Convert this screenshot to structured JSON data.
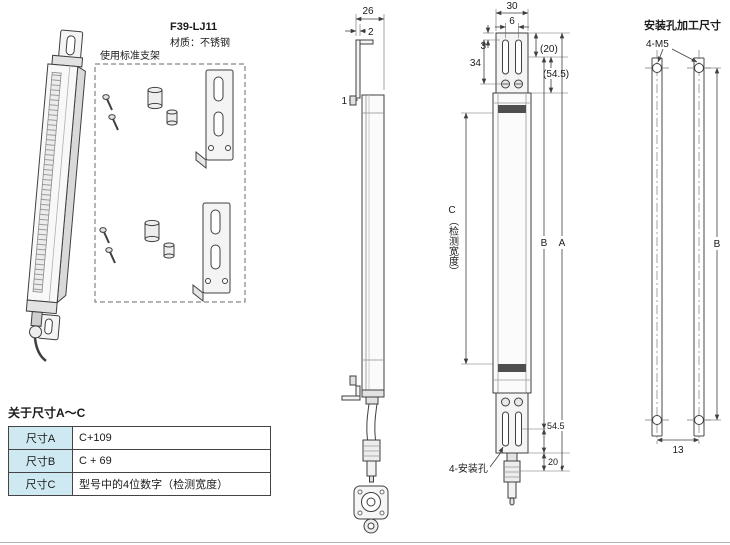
{
  "header": {
    "model": "F39-LJ11",
    "material": "材质：不锈钢",
    "bracket_note": "使用标准支架"
  },
  "side_view": {
    "dim_width": "26",
    "dim_thickness": "2",
    "callout": "1"
  },
  "front_view": {
    "dim_width": "30",
    "dim_slot": "6",
    "dim_3": "3",
    "dim_34": "34",
    "dim_20_ref": "(20)",
    "dim_545_ref": "(54.5)",
    "dim_detection": "C（检测宽度）",
    "dim_B": "B",
    "dim_A": "A",
    "dim_545": "54.5",
    "dim_20": "20",
    "mount_holes_label": "4-安装孔"
  },
  "hole_drawing": {
    "title": "安装孔加工尺寸",
    "thread_label": "4-M5",
    "dim_B": "B",
    "dim_13": "13"
  },
  "size_table": {
    "title": "关于尺寸A～C",
    "rows": [
      {
        "label": "尺寸A",
        "value": "C+109"
      },
      {
        "label": "尺寸B",
        "value": "C + 69"
      },
      {
        "label": "尺寸C",
        "value": "型号中的4位数字（检测宽度）"
      }
    ]
  },
  "colors": {
    "line": "#3f3f3f",
    "table_header_bg": "#cfe9f2",
    "dark_band": "#4f4f4f"
  }
}
